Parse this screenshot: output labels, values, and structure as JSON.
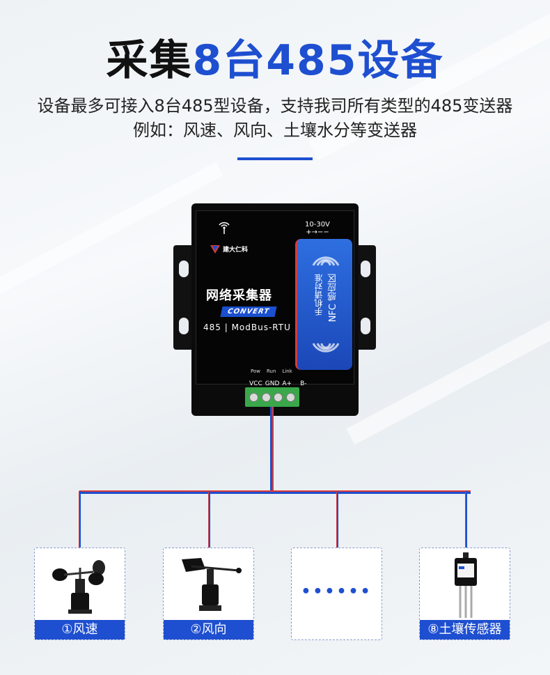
{
  "header": {
    "title_black": "采集",
    "title_blue": "8台485设备",
    "subtitle_line1": "设备最多可接入8台485型设备，支持我司所有类型的485变送器",
    "subtitle_line2": "例如：风速、风向、土壤水分等变送器"
  },
  "device": {
    "brand": "建大仁科",
    "voltage": "10-30V",
    "polarity": "+→−−",
    "name": "网络采集器",
    "badge": "CONVERT",
    "protocol": "485 | ModBus-RTU",
    "nfc_line1": "手机请对准",
    "nfc_line2": "NFC 感应区",
    "leds": [
      "Pow",
      "Run",
      "Link"
    ],
    "pins": [
      "VCC",
      "GND",
      "A+",
      "B-"
    ]
  },
  "sensors": [
    {
      "label": "①风速",
      "icon": "anemometer-icon"
    },
    {
      "label": "②风向",
      "icon": "wind-vane-icon"
    },
    {
      "label": "",
      "icon": "more-dots-icon",
      "dots": "••••••"
    },
    {
      "label": "⑧土壤传感器",
      "icon": "soil-sensor-icon"
    }
  ],
  "colors": {
    "accent": "#1e4fd0",
    "wire_red": "#d63b3b",
    "terminal_green": "#3aa84a"
  }
}
